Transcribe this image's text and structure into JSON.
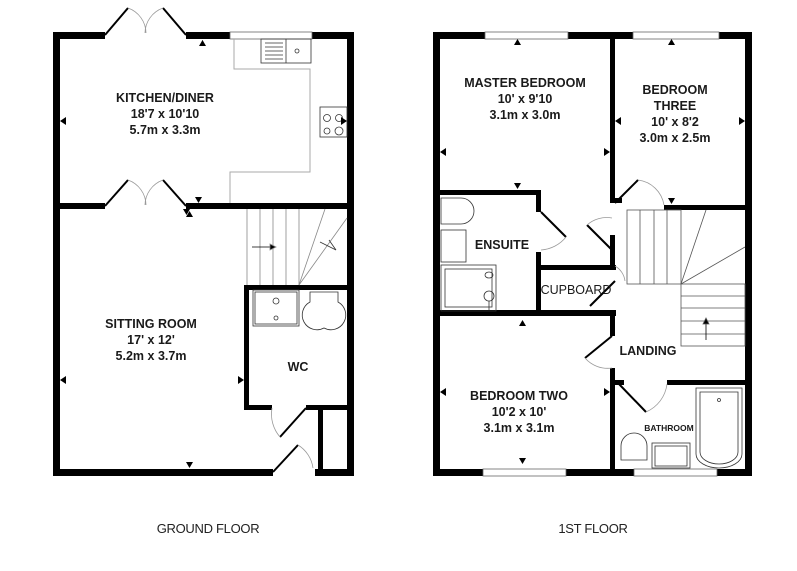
{
  "floors": [
    {
      "title": "GROUND FLOOR",
      "rooms": [
        {
          "name": "KITCHEN/DINER",
          "imperial": "18'7 x 10'10",
          "metric": "5.7m x 3.3m"
        },
        {
          "name": "SITTING ROOM",
          "imperial": "17' x 12'",
          "metric": "5.2m x 3.7m"
        },
        {
          "name": "WC"
        }
      ]
    },
    {
      "title": "1ST FLOOR",
      "rooms": [
        {
          "name": "MASTER BEDROOM",
          "imperial": "10' x 9'10",
          "metric": "3.1m x 3.0m"
        },
        {
          "name": "BEDROOM",
          "name2": "THREE",
          "imperial": "10' x 8'2",
          "metric": "3.0m x 2.5m"
        },
        {
          "name": "ENSUITE"
        },
        {
          "name": "CUPBOARD"
        },
        {
          "name": "LANDING"
        },
        {
          "name": "BEDROOM TWO",
          "imperial": "10'2 x 10'",
          "metric": "3.1m x 3.1m"
        },
        {
          "name": "BATHROOM"
        }
      ]
    }
  ],
  "colors": {
    "wall": "#000000",
    "fixture": "#555555",
    "background": "#ffffff"
  }
}
